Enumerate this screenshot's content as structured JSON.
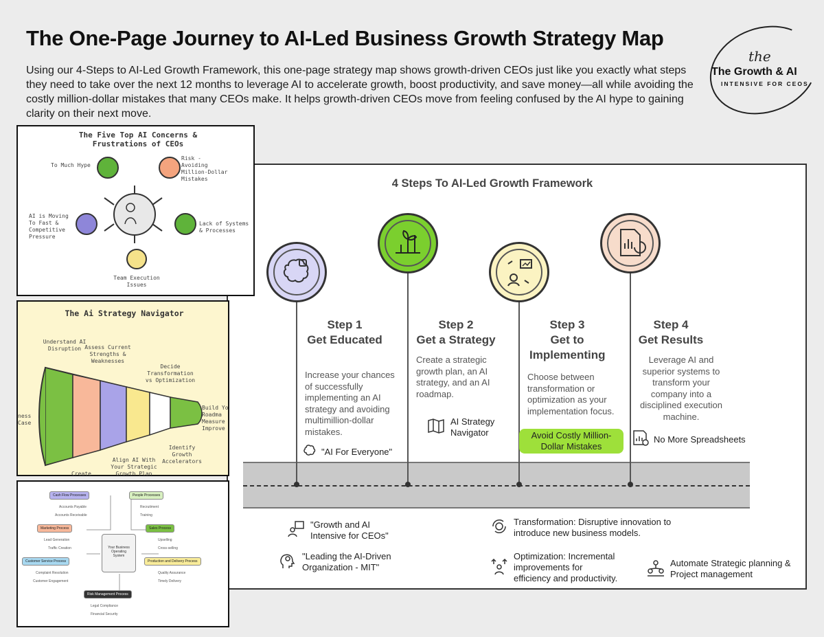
{
  "header": {
    "title": "The One-Page Journey to AI-Led Business Growth Strategy Map",
    "intro": "Using our 4-Steps to AI-Led Growth Framework, this one-page strategy map shows growth-driven CEOs just like you exactly what steps they need to take over the next 12 months to leverage AI to accelerate growth, boost productivity, and save money—all while avoiding the costly million-dollar mistakes that many CEOs make. It helps growth-driven CEOs move from feeling confused by the AI hype to gaining clarity on their next move."
  },
  "logo": {
    "the": "the",
    "main": "The Growth & AI",
    "sub": "INTENSIVE FOR CEOS"
  },
  "framework": {
    "title": "4 Steps To AI-Led Growth Framework",
    "steps": [
      {
        "num": "Step 1",
        "name": "Get Educated",
        "text": "Increase your chances of successfully implementing an AI strategy and avoiding multimillion-dollar mistakes.",
        "item": "\"AI For Everyone\"",
        "color": "#d8d6f5",
        "item_icon": "brain-icon",
        "circle_icon": "brain-chip-icon"
      },
      {
        "num": "Step 2",
        "name": "Get a Strategy",
        "text": "Create a strategic growth plan, an AI strategy, and an AI roadmap.",
        "item": "AI Strategy Navigator",
        "color": "#7bcf2e",
        "item_icon": "map-icon",
        "circle_icon": "growth-plant-icon"
      },
      {
        "num": "Step 3",
        "name": "Get to Implementing",
        "text": "Choose between transformation or optimization as your implementation focus.",
        "item": "Avoid Costly Million-Dollar Mistakes",
        "color": "#fbf3c2",
        "circle_icon": "presentation-icon"
      },
      {
        "num": "Step 4",
        "name": "Get Results",
        "text": "Leverage AI and superior systems to transform your company into a disciplined execution machine.",
        "item": "No More Spreadsheets",
        "color": "#f7dccb",
        "item_icon": "spreadsheet-icon",
        "circle_icon": "document-chart-icon"
      }
    ],
    "bottom": [
      {
        "text": "\"Growth and AI Intensive for CEOs\"",
        "icon": "presenter-icon"
      },
      {
        "text": "\"Leading the AI-Driven Organization - MIT\"",
        "icon": "head-gears-icon"
      },
      {
        "text": "Transformation: Disruptive innovation to introduce new business models.",
        "icon": "transform-cycle-icon"
      },
      {
        "text": "Optimization: Incremental improvements for efficiency and productivity.",
        "icon": "person-arrows-icon"
      },
      {
        "text": "Automate Strategic planning & Project management",
        "icon": "team-network-icon"
      }
    ]
  },
  "panel_concerns": {
    "title": "The Five Top AI Concerns & Frustrations of CEOs",
    "items": [
      {
        "label": "To Much Hype",
        "color": "#5fb33a"
      },
      {
        "label": "Risk - Avoiding Million-Dollar Mistakes",
        "color": "#f4a47e"
      },
      {
        "label": "AI is Moving To Fast & Competitive Pressure",
        "color": "#8e86d9"
      },
      {
        "label": "Lack of Systems & Processes",
        "color": "#5fb33a"
      },
      {
        "label": "Team Execution Issues",
        "color": "#f5e28a"
      }
    ]
  },
  "panel_navigator": {
    "title": "The Ai Strategy Navigator",
    "labels": [
      "Understand AI Disruption",
      "Assess Current Strengths & Weaknesses",
      "Decide Transformation vs Optimization",
      "ness Case",
      "Build Yo Roadma Measure Improve",
      "Align AI With Your Strategic Growth Plan",
      "Identify Growth Accelerators",
      "Create"
    ],
    "colors": [
      "#7bc043",
      "#f8b89a",
      "#a9a3e8",
      "#f9e88f",
      "#ffffff",
      "#7bc043"
    ]
  },
  "panel_operating": {
    "center": "Your Business Operating System",
    "boxes": [
      {
        "title": "Cash Flow Processes",
        "items": [
          "Accounts Payable",
          "Accounts Receivable"
        ],
        "color": "#b7b3ef"
      },
      {
        "title": "People Processes",
        "items": [
          "Recruitment",
          "Training"
        ],
        "color": "#d8f0c0"
      },
      {
        "title": "Marketing Process",
        "items": [
          "Lead Generation",
          "Traffic Creation"
        ],
        "color": "#f8b89a"
      },
      {
        "title": "Sales Process",
        "items": [
          "Upselling",
          "Cross-selling"
        ],
        "color": "#7bc043"
      },
      {
        "title": "Customer Service Process",
        "items": [
          "Complaint Resolution",
          "Customer Engagement"
        ],
        "color": "#a8d8f0"
      },
      {
        "title": "Production and Delivery Process",
        "items": [
          "Quality Assurance",
          "Timely Delivery"
        ],
        "color": "#f9ec9a"
      },
      {
        "title": "Risk Management Process",
        "items": [
          "Legal Compliance",
          "Financial Security"
        ],
        "color": "#333333"
      }
    ]
  }
}
